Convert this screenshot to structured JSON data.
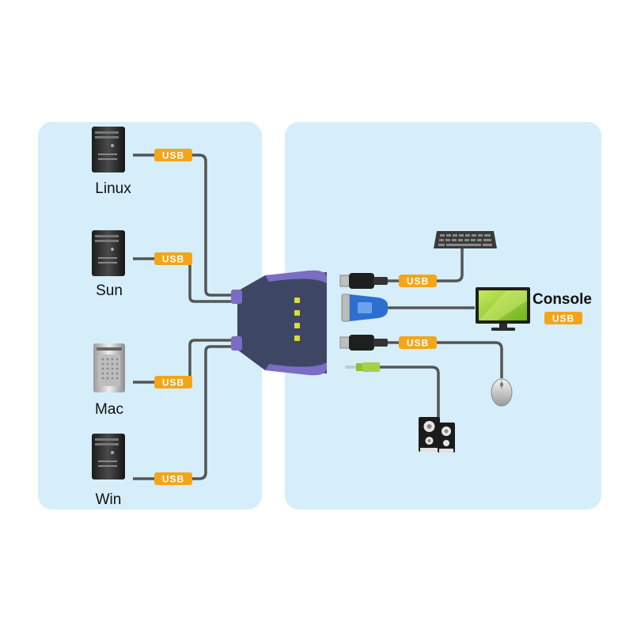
{
  "computers": [
    {
      "label": "Linux",
      "port_label": "USB"
    },
    {
      "label": "Sun",
      "port_label": "USB"
    },
    {
      "label": "Mac",
      "port_label": "USB"
    },
    {
      "label": "Win",
      "port_label": "USB"
    }
  ],
  "console": {
    "label": "Console",
    "port_label": "USB",
    "keyboard_port_label": "USB",
    "mouse_port_label": "USB"
  },
  "colors": {
    "panel": "#d5eef9",
    "usb_badge": "#f3a51a",
    "cable": "#555555",
    "switch_body": "#3d4763",
    "switch_accent": "#7b6cc4",
    "led": "#d7dd3c",
    "monitor_screen": "#9bd12f",
    "vga_blue": "#2d6fcf"
  },
  "icons": [
    "tower-pc-icon",
    "mac-pro-icon",
    "keyboard-icon",
    "monitor-icon",
    "mouse-icon",
    "speakers-icon",
    "usb-plug-icon",
    "vga-plug-icon",
    "audio-jack-icon",
    "kvm-switch-icon"
  ]
}
